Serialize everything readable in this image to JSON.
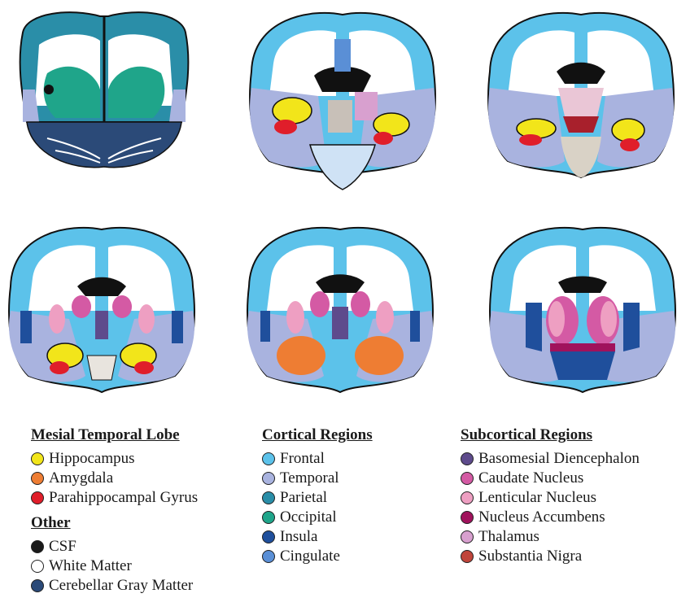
{
  "figure": {
    "slices": [
      {
        "id": "slice-1",
        "kind": "posterior"
      },
      {
        "id": "slice-2",
        "kind": "temporal"
      },
      {
        "id": "slice-3",
        "kind": "temporal"
      },
      {
        "id": "slice-4",
        "kind": "temporal"
      },
      {
        "id": "slice-5",
        "kind": "amygdala"
      },
      {
        "id": "slice-6",
        "kind": "anterior"
      }
    ]
  },
  "legend": {
    "mesial": {
      "title": "Mesial Temporal Lobe",
      "items": [
        {
          "label": "Hippocampus",
          "color": "#f2e51a"
        },
        {
          "label": "Amygdala",
          "color": "#ee7d33"
        },
        {
          "label": "Parahippocampal Gyrus",
          "color": "#e01e2a"
        }
      ]
    },
    "other": {
      "title": "Other",
      "items": [
        {
          "label": "CSF",
          "color": "#1a1a1a"
        },
        {
          "label": "White Matter",
          "color": "#ffffff"
        },
        {
          "label": "Cerebellar Gray Matter",
          "color": "#2b4a78"
        }
      ]
    },
    "cortical": {
      "title": "Cortical Regions",
      "items": [
        {
          "label": "Frontal",
          "color": "#5cc2ea"
        },
        {
          "label": "Temporal",
          "color": "#a9b3df"
        },
        {
          "label": "Parietal",
          "color": "#2a8ea8"
        },
        {
          "label": "Occipital",
          "color": "#1fa58a"
        },
        {
          "label": "Insula",
          "color": "#1f4f9c"
        },
        {
          "label": "Cingulate",
          "color": "#5a8fd6"
        }
      ]
    },
    "subcortical": {
      "title": "Subcortical Regions",
      "items": [
        {
          "label": "Basomesial Diencephalon",
          "color": "#5e4b8c"
        },
        {
          "label": "Caudate Nucleus",
          "color": "#d45aa4"
        },
        {
          "label": "Lenticular Nucleus",
          "color": "#ee9fc2"
        },
        {
          "label": "Nucleus Accumbens",
          "color": "#a0125c"
        },
        {
          "label": "Thalamus",
          "color": "#d8a0cf"
        },
        {
          "label": "Substantia Nigra",
          "color": "#c0453b"
        }
      ]
    }
  }
}
